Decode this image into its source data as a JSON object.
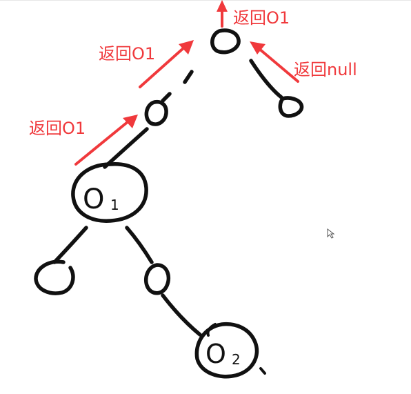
{
  "labels": {
    "root_return": "返回O1",
    "right_return": "返回null",
    "level1_return": "返回O1",
    "o1_return": "返回O1"
  },
  "nodes": {
    "o1_main": "O",
    "o1_sub": "1",
    "o2_main": "O",
    "o2_sub": "2"
  },
  "colors": {
    "annotation": "#f0393c",
    "ink": "#111111"
  },
  "icons": {
    "cursor": "mouse-cursor-icon"
  }
}
